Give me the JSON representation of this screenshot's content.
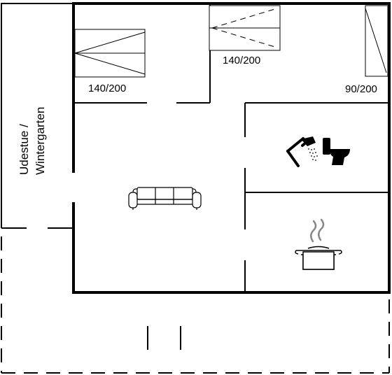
{
  "rooms": {
    "bed_left": "140/200",
    "bed_top": "140/200",
    "bed_right": "90/200",
    "sunroom_line1": "Udestue /",
    "sunroom_line2": "Wintergarten"
  },
  "icons": {
    "sofa": "sofa-icon",
    "shower": "shower-icon",
    "toilet": "toilet-icon",
    "pot": "cooking-pot-icon",
    "steam": "steam-icon"
  }
}
